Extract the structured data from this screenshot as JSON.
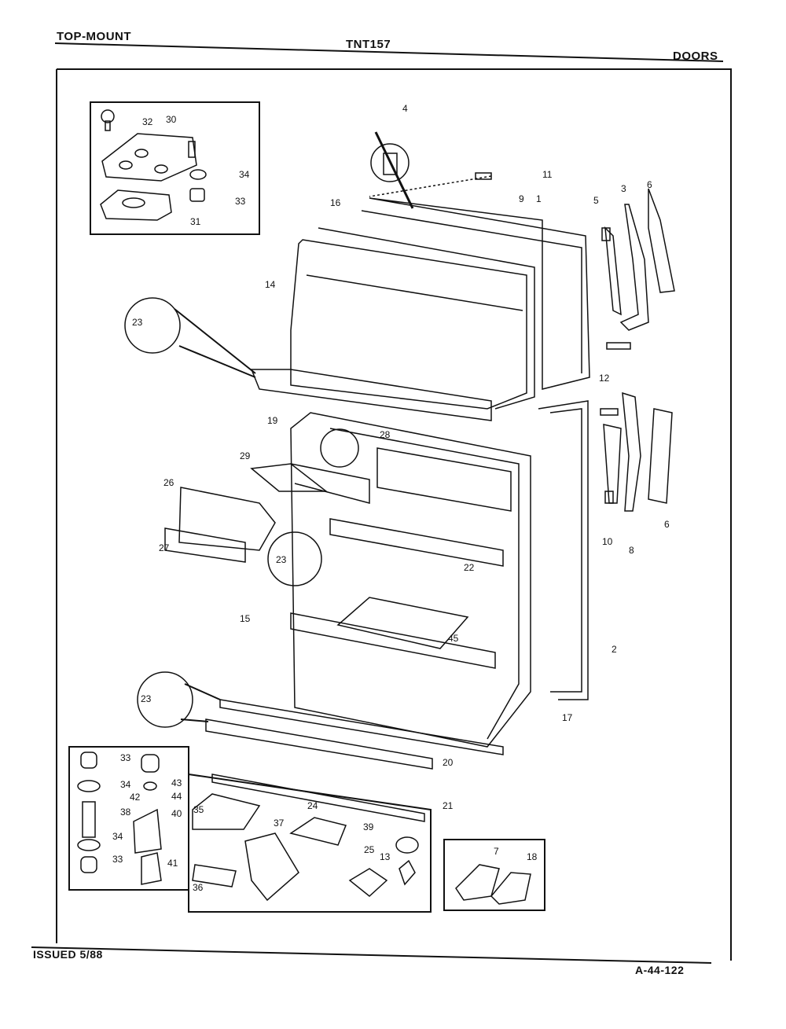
{
  "header": {
    "category": "TOP-MOUNT",
    "model": "TNT157",
    "section": "DOORS"
  },
  "footer": {
    "issued": "ISSUED 5/88",
    "page_code": "A-44-122"
  },
  "part_labels": [
    "4",
    "11",
    "9",
    "1",
    "16",
    "5",
    "3",
    "6",
    "14",
    "23",
    "12",
    "19",
    "28",
    "29",
    "26",
    "6",
    "10",
    "8",
    "22",
    "27",
    "23",
    "15",
    "45",
    "2",
    "17",
    "23",
    "20",
    "33",
    "34",
    "43",
    "44",
    "42",
    "38",
    "40",
    "34",
    "33",
    "41",
    "35",
    "37",
    "24",
    "21",
    "39",
    "25",
    "13",
    "36",
    "7",
    "18",
    "32",
    "30",
    "34",
    "33",
    "31"
  ]
}
